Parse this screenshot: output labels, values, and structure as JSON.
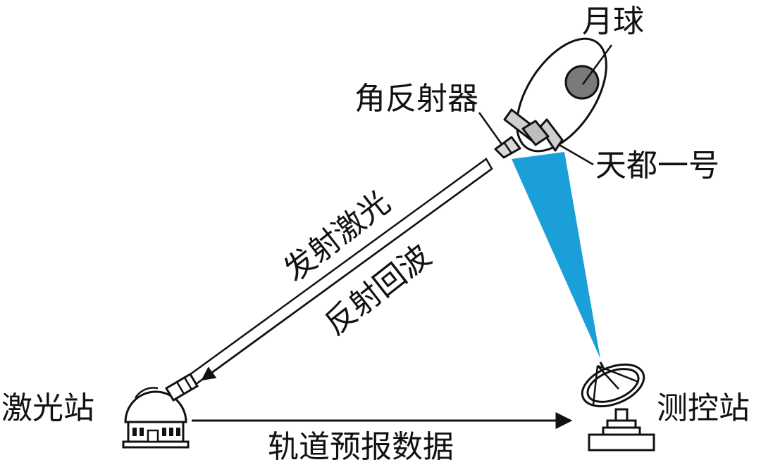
{
  "labels": {
    "moon": "月球",
    "corner_reflector": "角反射器",
    "satellite": "天都一号",
    "emit_laser": "发射激光",
    "reflect_echo": "反射回波",
    "laser_station": "激光站",
    "control_station": "测控站",
    "orbit_data": "轨道预报数据"
  },
  "colors": {
    "ink": "#111111",
    "beam": "#1a9fd8",
    "moon_fill": "#7a7a7a",
    "satellite_fill": "#cfcfcf"
  }
}
